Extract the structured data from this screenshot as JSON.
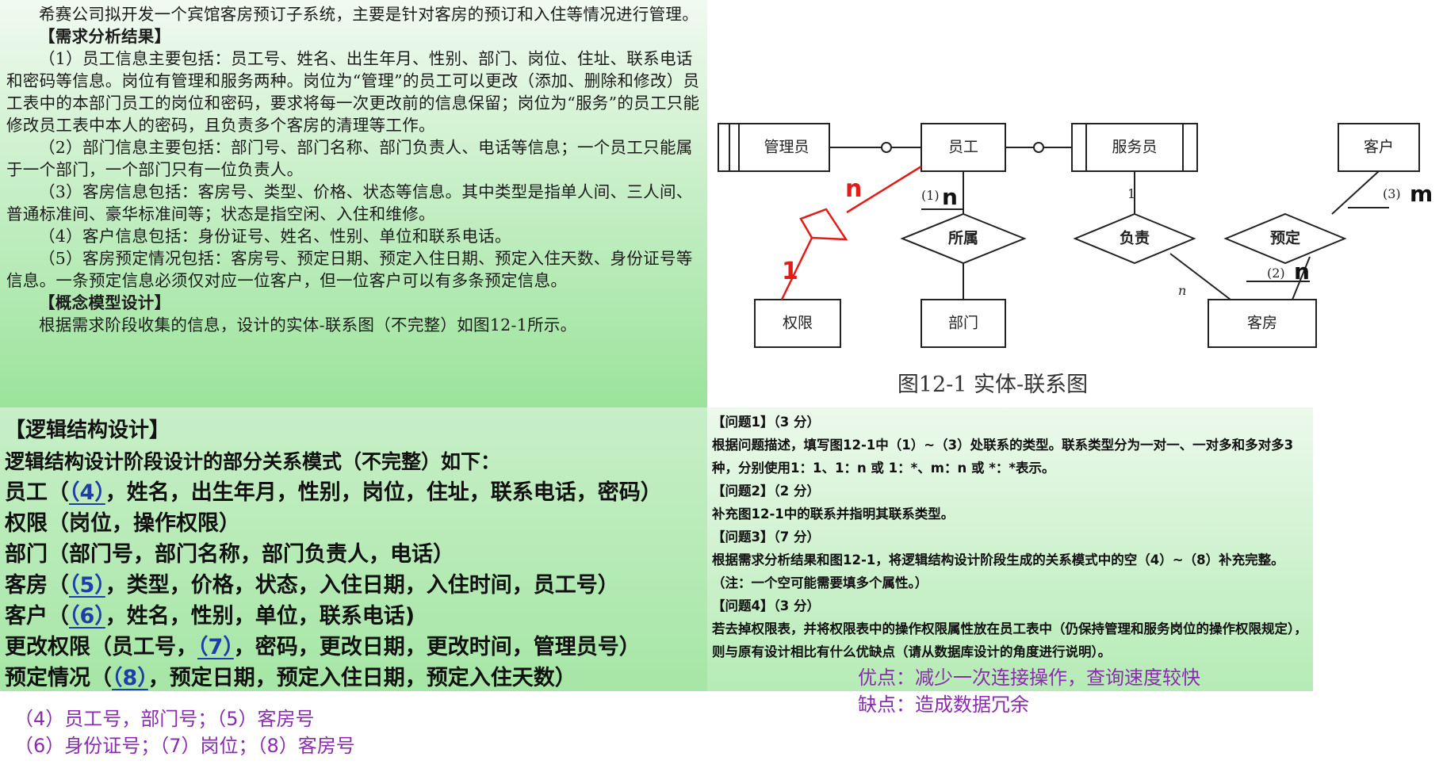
{
  "requirements": {
    "intro": "希赛公司拟开发一个宾馆客房预订子系统，主要是针对客房的预订和入住等情况进行管理。",
    "heading": "【需求分析结果】",
    "items": [
      "（1）员工信息主要包括：员工号、姓名、出生年月、性别、部门、岗位、住址、联系电话和密码等信息。岗位有管理和服务两种。岗位为“管理”的员工可以更改（添加、删除和修改）员工表中的本部门员工的岗位和密码，要求将每一次更改前的信息保留；岗位为“服务”的员工只能修改员工表中本人的密码，且负责多个客房的清理等工作。",
      "（2）部门信息主要包括：部门号、部门名称、部门负责人、电话等信息；一个员工只能属于一个部门，一个部门只有一位负责人。",
      "（3）客房信息包括：客房号、类型、价格、状态等信息。其中类型是指单人间、三人间、普通标准间、豪华标准间等；状态是指空闲、入住和维修。",
      "（4）客户信息包括：身份证号、姓名、性别、单位和联系电话。",
      "（5）客房预定情况包括：客房号、预定日期、预定入住日期、预定入住天数、身份证号等信息。一条预定信息必须仅对应一位客户，但一位客户可以有多条预定信息。"
    ],
    "concept_heading": "【概念模型设计】",
    "concept_text": "根据需求阶段收集的信息，设计的实体-联系图（不完整）如图12-1所示。"
  },
  "diagram": {
    "entities": {
      "admin": "管理员",
      "employee": "员工",
      "service": "服务员",
      "customer": "客户",
      "permission": "权限",
      "department": "部门",
      "room": "客房"
    },
    "relations": {
      "belongs": "所属",
      "responsible": "负责",
      "reserve": "预定"
    },
    "labels": {
      "label1": "(1)",
      "label2": "(2)",
      "label3": "(3)",
      "one": "1",
      "n_italic": "n"
    },
    "handwritten": {
      "ans1": "n",
      "ans2": "n",
      "ans3": "m",
      "red_n": "n",
      "red_1": "1"
    },
    "caption": "图12-1  实体-联系图"
  },
  "logic": {
    "heading": "【逻辑结构设计】",
    "subheading": "逻辑结构设计阶段设计的部分关系模式（不完整）如下：",
    "rows": [
      {
        "pre": "员工（",
        "blank": "（4）",
        "post": "，姓名，出生年月，性别，岗位，住址，联系电话，密码）"
      },
      {
        "pre": "权限（岗位，操作权限）",
        "blank": "",
        "post": ""
      },
      {
        "pre": "部门（部门号，部门名称，部门负责人，电话）",
        "blank": "",
        "post": ""
      },
      {
        "pre": "客房（",
        "blank": "（5）",
        "post": "，类型，价格，状态，入住日期，入住时间，员工号）"
      },
      {
        "pre": "客户（",
        "blank": "（6）",
        "post": "，姓名，性别，单位，联系电话)"
      },
      {
        "pre": "更改权限（员工号，",
        "blank": "（7）",
        "post": "，密码，更改日期，更改时间，管理员号）"
      },
      {
        "pre": "预定情况（",
        "blank": "（8）",
        "post": "，预定日期，预定入住日期，预定入住天数）"
      }
    ]
  },
  "questions": {
    "q1_title": "【问题1】（3 分）",
    "q1_text": "根据问题描述，填写图12-1中（1）~（3）处联系的类型。联系类型分为一对一、一对多和多对多3种，分别使用1：1、1：n 或 1：*、m：n 或 *：*表示。",
    "q2_title": "【问题2】（2 分）",
    "q2_text": "补充图12-1中的联系并指明其联系类型。",
    "q3_title": "【问题3】（7 分）",
    "q3_text": "根据需求分析结果和图12-1，将逻辑结构设计阶段生成的关系模式中的空（4）~（8）补充完整。（注：一个空可能需要填多个属性。）",
    "q4_title": "【问题4】（3 分）",
    "q4_text": "若去掉权限表，并将权限表中的操作权限属性放在员工表中（仍保持管理和服务岗位的操作权限规定），则与原有设计相比有什么优缺点（请从数据库设计的角度进行说明）。"
  },
  "answers": {
    "pros": "优点：减少一次连接操作，查询速度较快",
    "cons": "缺点：造成数据冗余",
    "line1": "（4）员工号，部门号；（5）客房号",
    "line2": "（6）身份证号；（7）岗位；（8）客房号"
  }
}
